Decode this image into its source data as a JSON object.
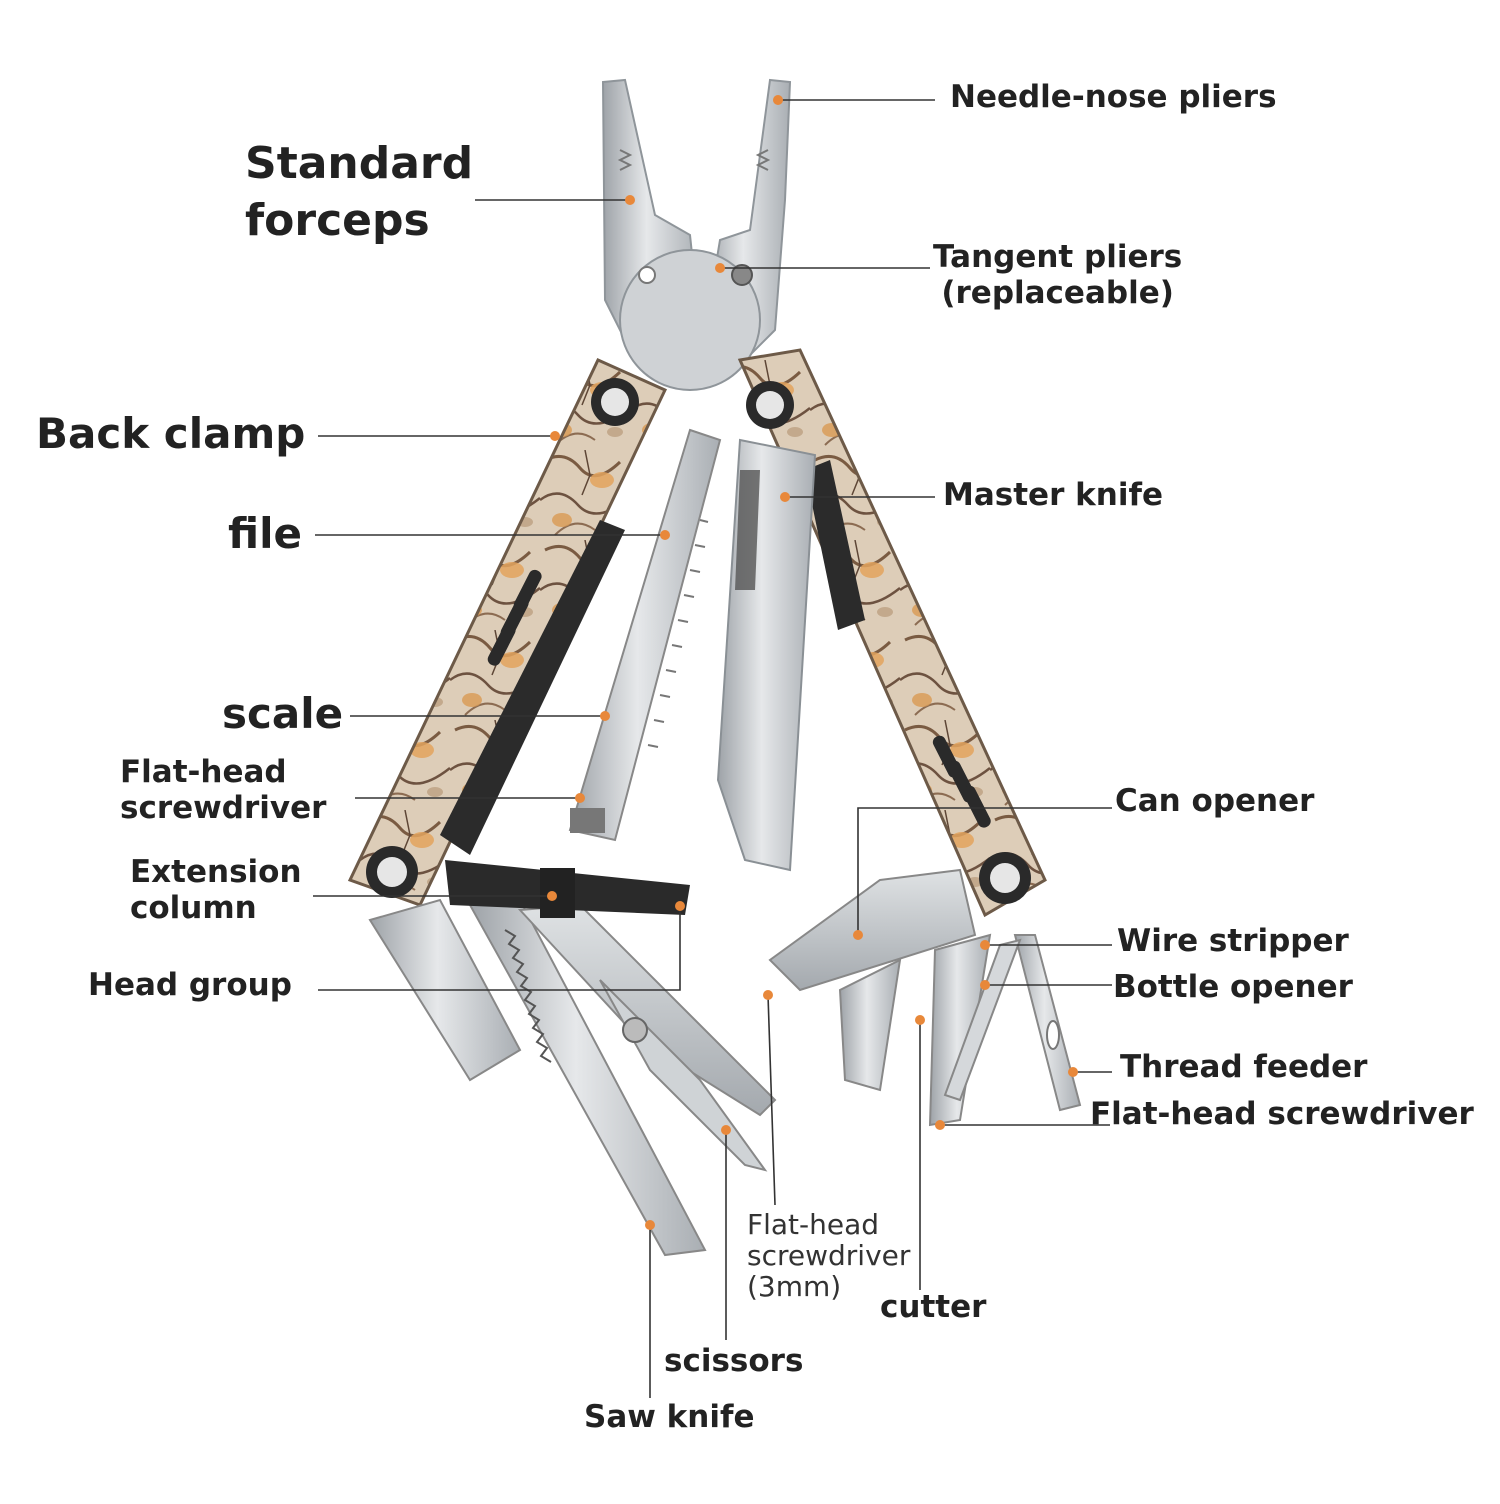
{
  "diagram": {
    "labels": {
      "needle_nose_pliers": "Needle-nose pliers",
      "standard_forceps": "Standard\nforceps",
      "tangent_pliers": "Tangent pliers\n(replaceable)",
      "back_clamp": "Back clamp",
      "file": "file",
      "master_knife": "Master knife",
      "scale": "scale",
      "flat_head_screwdriver_left": "Flat-head\nscrewdriver",
      "can_opener": "Can opener",
      "extension_column": "Extension\ncolumn",
      "head_group": "Head group",
      "wire_stripper": "Wire stripper",
      "bottle_opener": "Bottle opener",
      "thread_feeder": "Thread feeder",
      "flat_head_screwdriver_right": "Flat-head screwdriver",
      "flat_head_screwdriver_3mm": "Flat-head\nscrewdriver\n(3mm)",
      "cutter": "cutter",
      "scissors": "scissors",
      "saw_knife": "Saw knife"
    },
    "colors": {
      "accent_dot": "#e8883a",
      "leader_line": "#333333",
      "steel": "#c9cccf",
      "steel_dark": "#9aa0a5",
      "camo_base": "#d9c7b0",
      "camo_brown": "#8a6a4e",
      "camo_orange": "#e0a15c",
      "black_part": "#2a2a2a"
    }
  }
}
